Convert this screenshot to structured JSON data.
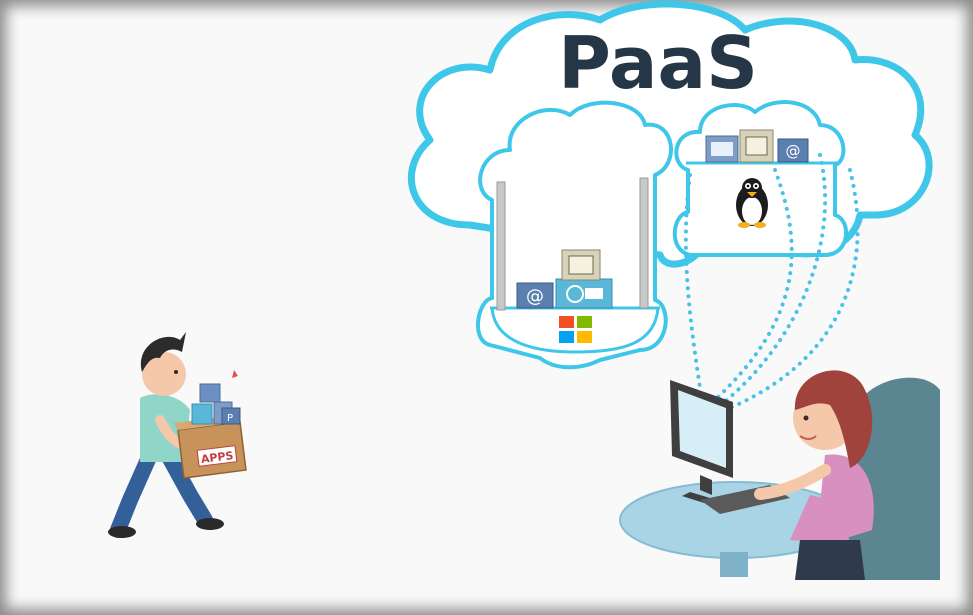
{
  "title": "PaaS",
  "box_label": "APPS",
  "colors": {
    "cloud_outline": "#3fc7ea",
    "cloud_fill": "#ffffff",
    "title_text": "#253746",
    "dotted_link": "#49c2ea",
    "box_brown": "#c8935a",
    "desk": "#a8d4e6",
    "chair": "#5a8591",
    "monitor": "#4a4a4a",
    "penguin": "#1c1c1c"
  },
  "icons": {
    "person_walking": "man-carrying-apps-box",
    "person_seated": "woman-at-computer",
    "windows_logo": "windows-logo-icon",
    "linux_logo": "penguin-icon",
    "at_sign": "at-sign-icon"
  }
}
